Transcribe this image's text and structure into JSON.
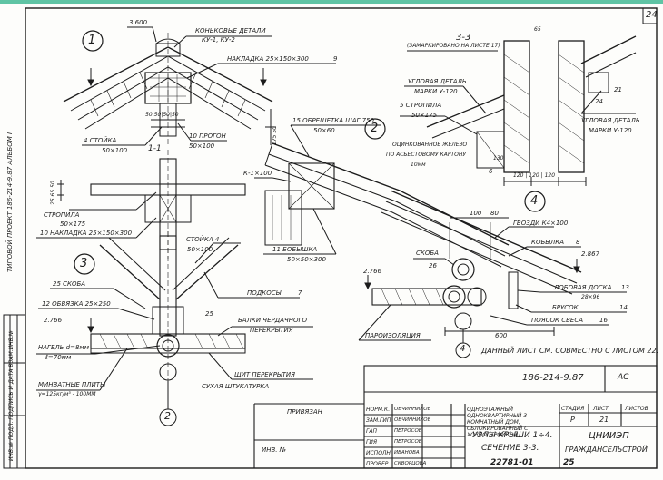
{
  "sheet_number": "24",
  "left_strip": {
    "project": "ТИПОВОЙ ПРОЕКТ  186-214-9.87  АЛЬБОМ I",
    "stamp": "ИНВ.№ ПОДЛ.  ПОДПИСЬ И ДАТА  ВЗАМ.ИНВ.№"
  },
  "node1": {
    "mark": "1",
    "height": "3.600",
    "ridge_parts": "КОНЬКОВЫЕ ДЕТАЛИ",
    "ridge_parts_marks": "КУ-1, КУ-2",
    "plate": "НАКЛАДКА 25×150×300",
    "plate_pos": "9",
    "post": "4  СТОЙКА",
    "post_size": "50×100",
    "crossbar": "10  ПРОГОН",
    "crossbar_size": "50×100",
    "dims": "50|50|50|50",
    "side_dims": "175 50"
  },
  "section11": {
    "title": "1-1",
    "rafter": "СТРОПИЛА",
    "rafter_size": "50×175",
    "plate": "10  НАКЛАДКА 25×150×300",
    "dims": "25 65 50"
  },
  "node2": {
    "mark": "2",
    "batten": "15  ОБРЕШЕТКА ШАГ 750",
    "batten_size": "50×60",
    "steel": "ОЦИНКОВАННОЕ ЖЕЛЕЗО",
    "steel_on": "ПО АСБЕСТОВОМУ КАРТОНУ",
    "steel_thk": "10мм",
    "k": "К-1×100",
    "bobyshka": "11  БОБЫШКА",
    "bobyshka_size": "50×50×300"
  },
  "section33": {
    "title": "3-3",
    "note": "(ЗАМАРКИРОВАНО НА ЛИСТЕ 17)",
    "angle1": "УГЛОВАЯ ДЕТАЛЬ",
    "angle1_mark": "МАРКИ У-120",
    "rafter": "5  СТРОПИЛА",
    "rafter_size": "50×175",
    "angle2": "УГЛОВАЯ ДЕТАЛЬ",
    "angle2_mark": "МАРКИ У-120",
    "dims_bottom": "120 | 120 | 120",
    "d65": "65",
    "d130": "130",
    "n6": "6",
    "n24": "24",
    "n21": "21"
  },
  "node3": {
    "mark": "3",
    "post": "СТОЙКА  4",
    "post_size": "50×100",
    "bracket": "25  СКОБА",
    "strap": "12  ОБВЯЗКА  25×250",
    "level": "2.766",
    "bolt": "НАГЕЛЬ d=8мм",
    "bolt_len": "ℓ=70мм",
    "braces": "ПОДКОСЫ",
    "braces_pos": "7",
    "n25": "25",
    "beams": "БАЛКИ ЧЕРДАЧНОГО",
    "beams2": "ПЕРЕКРЫТИЯ",
    "slabs": "МИНВАТНЫЕ ПЛИТЫ",
    "slabs_spec": "γ=125кг/м³ - 100ММ",
    "shield": "ЩИТ ПЕРЕКРЫТИЯ",
    "plaster": "СУХАЯ ШТУКАТУРКА",
    "mark2": "2"
  },
  "node4": {
    "mark": "4",
    "d100": "100",
    "d80": "80",
    "nail": "ГВОЗДИ К4×100",
    "cobylka": "КОБЫЛКА",
    "cobylka_pos": "8",
    "level": "2.867",
    "bracket": "СКОБА",
    "n26": "26",
    "level2": "2.766",
    "fascia": "ЛОБОВАЯ ДОСКА",
    "fascia_pos": "13",
    "fascia_size": "28×96",
    "bar": "БРУСОК",
    "bar_pos": "14",
    "belt": "ПОЯСОК СВЕСА",
    "belt_pos": "16",
    "d600": "600",
    "insulation": "ПАРОИЗОЛЯЦИЯ",
    "mark_ref": "4"
  },
  "note": "ДАННЫЙ ЛИСТ СМ. СОВМЕСТНО С ЛИСТОМ 22.",
  "title_block": {
    "code": "186-214-9.87",
    "sheet_tag": "АС",
    "bind": "ПРИВЯЗАН",
    "inv": "ИНВ. №",
    "roles": [
      "НОРМ.К.",
      "ЗАМ.ГИП",
      "ГАП",
      "ГИЯ",
      "ИСПОЛН.",
      "ПРОВЕР."
    ],
    "names": [
      "ОВЧИННИКОВ",
      "ОВЧИННИКОВ",
      "ПЕТРОСОВ",
      "ПЕТРОСОВ",
      "ИВАНОВА",
      "СКВОРЦОВА"
    ],
    "project_desc": "ОДНОЭТАЖНЫЙ ОДНОКВАРТИРНЫЙ 3-КОМНАТНЫЙ ДОМ, СБЛОКИРОВАННЫЙ С ХОЗПОСТРОЙКОЙ",
    "sheet_desc1": "УЗЛЫ КРЫШИ 1÷4.",
    "sheet_desc2": "СЕЧЕНИЕ 3-3.",
    "stage_h": "СТАДИЯ",
    "sheet_h": "ЛИСТ",
    "sheets_h": "ЛИСТОВ",
    "stage": "Р",
    "sheet": "21",
    "org1": "ЦНИИЭП",
    "org2": "ГРАЖДАНСЕЛЬСТРОЙ",
    "archive": "22781-01",
    "archive_sheet": "25"
  }
}
